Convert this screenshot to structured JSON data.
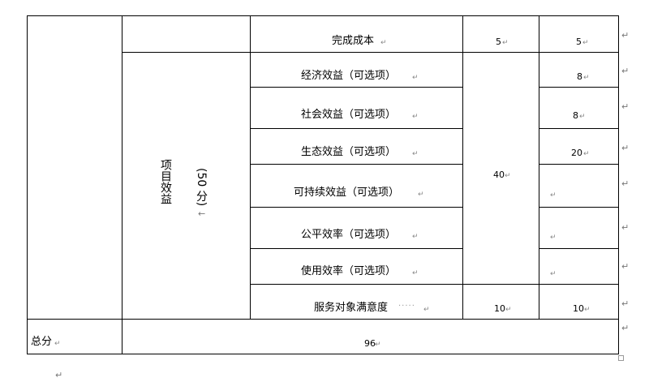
{
  "table": {
    "rows": [
      {
        "name": "完成成本",
        "col4": "5",
        "col5": "5"
      },
      {
        "name": "经济效益（可选项）",
        "col5": "8"
      },
      {
        "name": "社会效益（可选项）",
        "col5": "8"
      },
      {
        "name": "生态效益（可选项）",
        "col5": "20"
      },
      {
        "name": "可持续效益（可选项）",
        "col5": ""
      },
      {
        "name": "公平效率（可选项）",
        "col5": ""
      },
      {
        "name": "使用效率（可选项）",
        "col5": ""
      },
      {
        "name": "服务对象满意度",
        "col4": "10",
        "col5": "10"
      }
    ],
    "merged_col4_value": "40",
    "category_label": "项目效益",
    "category_score": "(50 分)",
    "total_label": "总分",
    "total_value": "96"
  },
  "marks": {
    "cell_end": "↵",
    "paragraph_end": "↵",
    "return_arrow": "←"
  }
}
